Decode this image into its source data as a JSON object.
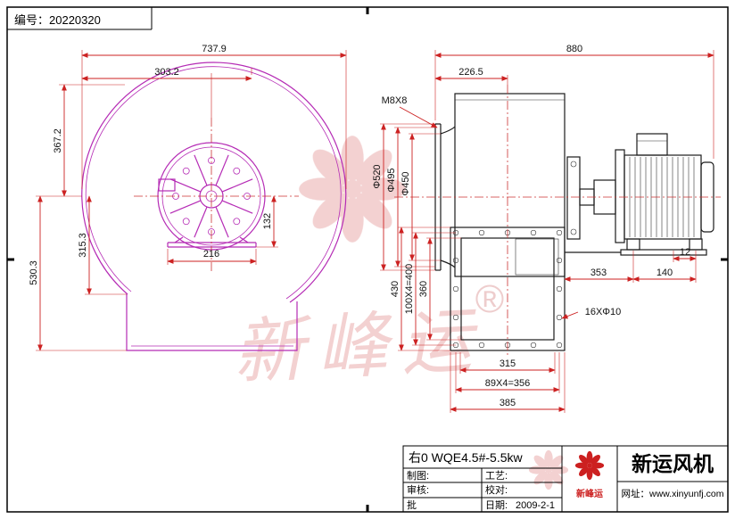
{
  "frame": {
    "serial": "编号：20220320"
  },
  "left_view": {
    "total_width": "737.9",
    "inlet_offset": "303.2",
    "height_top": "367.2",
    "height_mid": "315.3",
    "height_bottom": "530.3",
    "base_width": "216",
    "base_offset": "132"
  },
  "right_view": {
    "total_length": "880",
    "inlet_depth": "226.5",
    "bolt_spec": "M8X8",
    "dia_outer": "Φ520",
    "dia_mid": "Φ495",
    "dia_inner": "Φ450",
    "flange_height": "430",
    "hole_pitch_v": "100X4=400",
    "opening_height": "360",
    "opening_width": "315",
    "hole_pitch_h": "89X4=356",
    "flange_width": "385",
    "motor_offset": "353",
    "foot_pitch": "140",
    "foot_width": "12",
    "holes_spec": "16XΦ10"
  },
  "watermark": {
    "brand": "新峰运",
    "registered": "®"
  },
  "title_block": {
    "model": "右0 WQE4.5#-5.5kw",
    "drafter": "制图:",
    "checker": "审核:",
    "approver": "批",
    "process": "工艺:",
    "proofread": "校对:",
    "date_label": "日期:",
    "date": "2009-2-1",
    "logo_text": "新峰运",
    "company": "新运风机",
    "website": "网址：www.xinyunfj.com"
  }
}
